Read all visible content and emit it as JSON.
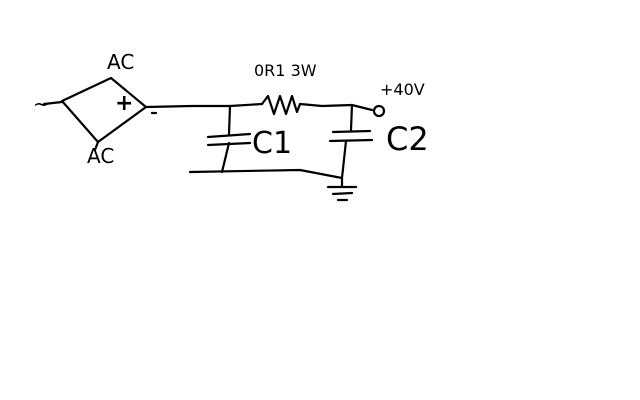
{
  "diagram": {
    "bridge": {
      "ac_top": "AC",
      "ac_bottom": "AC",
      "ac_symbol": "~",
      "plus": "+"
    },
    "resistor": {
      "label": "0R1 3W"
    },
    "c1": {
      "label": "C1"
    },
    "c2": {
      "label": "C2"
    },
    "output": {
      "label": "+40V"
    }
  },
  "colors": {
    "ink": "#000000",
    "background": "#ffffff"
  }
}
